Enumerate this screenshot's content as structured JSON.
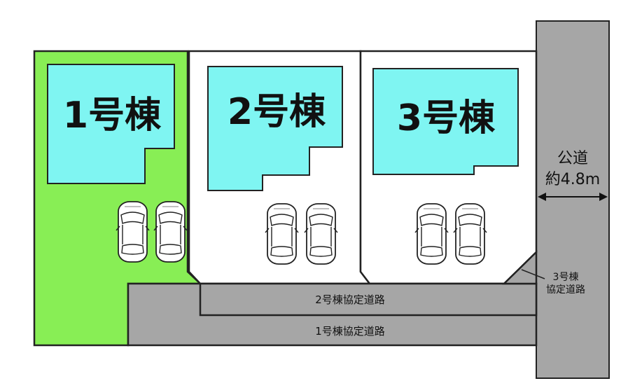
{
  "lots": [
    {
      "label": "1号棟",
      "color": "#88ee55"
    },
    {
      "label": "2号棟",
      "color": "#ffffff"
    },
    {
      "label": "3号棟",
      "color": "#ffffff"
    }
  ],
  "house_color": "#7ff5f2",
  "road_color": "#a6a6a6",
  "public_road": {
    "label": "公道",
    "width_label": "約4.8m"
  },
  "private_roads": [
    {
      "label": "2号棟協定道路"
    },
    {
      "label": "1号棟協定道路"
    }
  ],
  "lot3_road": {
    "label_line1": "3号棟",
    "label_line2": "協定道路"
  },
  "cars_per_lot": 2,
  "car_icon": "car-top-view-icon"
}
